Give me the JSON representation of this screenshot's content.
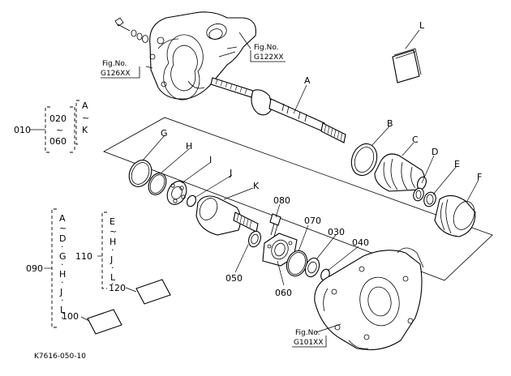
{
  "diagram_id": "K7616-050-10",
  "fig_refs": [
    {
      "key": "g122",
      "line1": "Fig.No.",
      "line2": "G122XX"
    },
    {
      "key": "g126",
      "line1": "Fig.No.",
      "line2": "G126XX"
    },
    {
      "key": "g101",
      "line1": "Fig.No.",
      "line2": "G101XX"
    }
  ],
  "part_labels": {
    "A": "A",
    "B": "B",
    "C": "C",
    "D": "D",
    "E": "E",
    "F": "F",
    "G": "G",
    "H": "H",
    "I": "I",
    "J": "J",
    "K": "K",
    "L": "L",
    "p030": "030",
    "p040": "040",
    "p050": "050",
    "p060": "060",
    "p070": "070",
    "p080": "080"
  },
  "assembly_010": {
    "ref": "010",
    "sub_top": "020",
    "tilde": "~",
    "sub_bottom": "060",
    "range_top": "A",
    "range_bottom": "K"
  },
  "assembly_090": {
    "ref": "090",
    "letters": [
      "A",
      "~",
      "D",
      "·",
      "G",
      "·",
      "H",
      "·",
      "J",
      "·",
      "L",
      "·"
    ],
    "end_ref": "100"
  },
  "assembly_110": {
    "ref": "110",
    "letters": [
      "E",
      "~",
      "H",
      "·",
      "J",
      "·",
      "L",
      "·"
    ],
    "end_ref": "120"
  }
}
